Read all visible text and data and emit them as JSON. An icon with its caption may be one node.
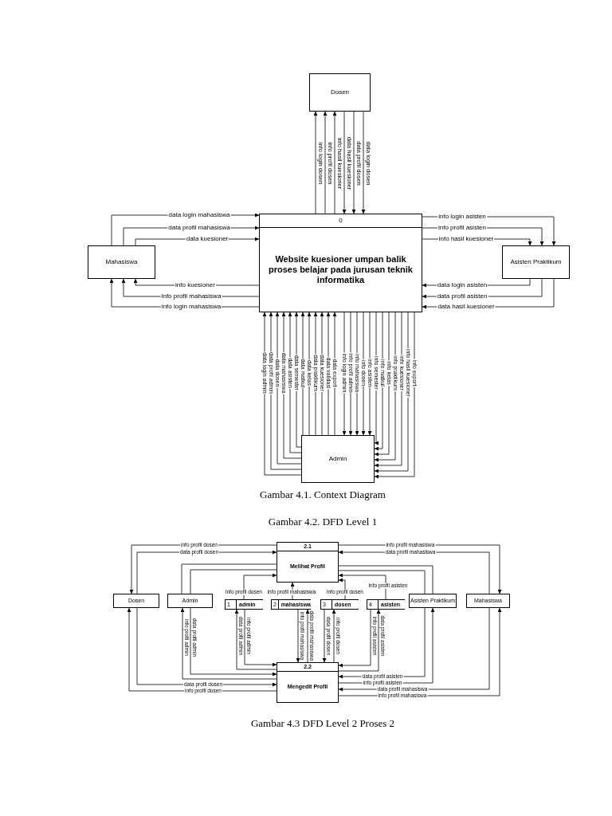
{
  "diagram": {
    "nodes": [
      {
        "text": [
          "Dosen"
        ]
      },
      {
        "text": [
          "0",
          "Website kuesioner umpan balik proses belajar pada jurusan teknik informatika"
        ]
      },
      {
        "text": [
          "Mahasiswa"
        ]
      },
      {
        "text": [
          "Asisten Praktikum"
        ]
      },
      {
        "text": [
          "Admin"
        ]
      },
      {
        "text": [
          "2.1",
          "Melihat Profil"
        ]
      },
      {
        "text": [
          "Dosen"
        ]
      },
      {
        "text": [
          "Admin"
        ]
      },
      {
        "text": [
          "1",
          "admin"
        ]
      },
      {
        "text": [
          "2",
          "mahasiswa"
        ]
      },
      {
        "text": [
          "3",
          "dosen"
        ]
      },
      {
        "text": [
          "4",
          "asisten"
        ]
      },
      {
        "text": [
          "Asisten Praktikum"
        ]
      },
      {
        "text": [
          "Mahasiswa"
        ]
      },
      {
        "text": [
          "2.2",
          "Mengedit Profil"
        ]
      }
    ],
    "edges": [
      {
        "from": 1,
        "to": 0,
        "arrow": "to",
        "label": "info login dosen"
      },
      {
        "from": 1,
        "to": 0,
        "arrow": "to",
        "label": "info profil dosen"
      },
      {
        "from": 1,
        "to": 0,
        "arrow": "to",
        "label": "info hasil kuesioner"
      },
      {
        "from": 0,
        "to": 1,
        "arrow": "to",
        "label": "data hasil kuesioner"
      },
      {
        "from": 0,
        "to": 1,
        "arrow": "to",
        "label": "data profil dosen"
      },
      {
        "from": 0,
        "to": 1,
        "arrow": "to",
        "label": "data login dosen"
      },
      {
        "from": 2,
        "to": 1,
        "arrow": "to",
        "label": "data login mahasiswa"
      },
      {
        "from": 2,
        "to": 1,
        "arrow": "to",
        "label": "data profil mahasiswa"
      },
      {
        "from": 2,
        "to": 1,
        "arrow": "to",
        "label": "data kuesioner"
      },
      {
        "from": 1,
        "to": 2,
        "arrow": "to",
        "label": "info kuesioner"
      },
      {
        "from": 1,
        "to": 2,
        "arrow": "to",
        "label": "info profil mahasiswa"
      },
      {
        "from": 1,
        "to": 2,
        "arrow": "to",
        "label": "info login mahasiswa"
      },
      {
        "from": 1,
        "to": 3,
        "arrow": "to",
        "label": "info login asisten"
      },
      {
        "from": 1,
        "to": 3,
        "arrow": "to",
        "label": "info profil asisten"
      },
      {
        "from": 1,
        "to": 3,
        "arrow": "to",
        "label": "info hasil kuesioner"
      },
      {
        "from": 3,
        "to": 1,
        "arrow": "to",
        "label": "data login asisten"
      },
      {
        "from": 3,
        "to": 1,
        "arrow": "to",
        "label": "data profil asisten"
      },
      {
        "from": 3,
        "to": 1,
        "arrow": "to",
        "label": "data hasil kuesioner"
      },
      {
        "from": 4,
        "to": 1,
        "arrow": "to",
        "label": "data login admin"
      },
      {
        "from": 4,
        "to": 1,
        "arrow": "to",
        "label": "data profil admin"
      },
      {
        "from": 4,
        "to": 1,
        "arrow": "to",
        "label": "data dosen"
      },
      {
        "from": 4,
        "to": 1,
        "arrow": "to",
        "label": "data mahasiswa"
      },
      {
        "from": 4,
        "to": 1,
        "arrow": "to",
        "label": "data asisten"
      },
      {
        "from": 4,
        "to": 1,
        "arrow": "to",
        "label": "data semester"
      },
      {
        "from": 4,
        "to": 1,
        "arrow": "to",
        "label": "data matkul"
      },
      {
        "from": 4,
        "to": 1,
        "arrow": "to",
        "label": "data kelas"
      },
      {
        "from": 4,
        "to": 1,
        "arrow": "to",
        "label": "data praktikum"
      },
      {
        "from": 4,
        "to": 1,
        "arrow": "to",
        "label": "data kuesioner"
      },
      {
        "from": 4,
        "to": 1,
        "arrow": "to",
        "label": "data validasi"
      },
      {
        "from": 4,
        "to": 1,
        "arrow": "to",
        "label": "data export"
      },
      {
        "from": 1,
        "to": 4,
        "arrow": "to",
        "label": "info login admin"
      },
      {
        "from": 1,
        "to": 4,
        "arrow": "to",
        "label": "info profil admin"
      },
      {
        "from": 1,
        "to": 4,
        "arrow": "to",
        "label": "info mahasiswa"
      },
      {
        "from": 1,
        "to": 4,
        "arrow": "to",
        "label": "info dosen"
      },
      {
        "from": 1,
        "to": 4,
        "arrow": "to",
        "label": "info asisten"
      },
      {
        "from": 1,
        "to": 4,
        "arrow": "to",
        "label": "info semester"
      },
      {
        "from": 1,
        "to": 4,
        "arrow": "to",
        "label": "info matkul"
      },
      {
        "from": 1,
        "to": 4,
        "arrow": "to",
        "label": "info kelas"
      },
      {
        "from": 1,
        "to": 4,
        "arrow": "to",
        "label": "info praktikum"
      },
      {
        "from": 1,
        "to": 4,
        "arrow": "to",
        "label": "info kuesioner"
      },
      {
        "from": 1,
        "to": 4,
        "arrow": "to",
        "label": "info hasil kuesioner"
      },
      {
        "from": 1,
        "to": 4,
        "arrow": "to",
        "label": "info export"
      },
      {
        "from": 5,
        "to": 6,
        "arrow": "to",
        "label": "info profil dosen"
      },
      {
        "from": 6,
        "to": 5,
        "arrow": "to",
        "label": "data profil dosen"
      },
      {
        "from": 5,
        "to": 13,
        "arrow": "to",
        "label": "info profil mahasiswa"
      },
      {
        "from": 13,
        "to": 5,
        "arrow": "to",
        "label": "data profil mahasiswa"
      },
      {
        "from": 7,
        "to": 5,
        "arrow": "none"
      },
      {
        "from": 7,
        "to": 5,
        "arrow": "none"
      },
      {
        "from": 8,
        "to": 5,
        "arrow": "to",
        "label": "info profil dosen"
      },
      {
        "from": 9,
        "to": 5,
        "arrow": "to",
        "label": "info profil mahasiswa"
      },
      {
        "from": 10,
        "to": 5,
        "arrow": "to",
        "label": "info profil dosen"
      },
      {
        "from": 11,
        "to": 5,
        "arrow": "to",
        "label": "info profil asisten"
      },
      {
        "from": 12,
        "to": 5,
        "arrow": "none"
      },
      {
        "from": 12,
        "to": 5,
        "arrow": "none"
      },
      {
        "from": 14,
        "to": 8,
        "arrow": "to",
        "label": "data profil admin"
      },
      {
        "from": 8,
        "to": 14,
        "arrow": "to",
        "label": "info profil admin"
      },
      {
        "from": 9,
        "to": 14,
        "arrow": "to",
        "label": "info profil mahasiswa"
      },
      {
        "from": 14,
        "to": 9,
        "arrow": "to",
        "label": "data profil mahasiswa"
      },
      {
        "from": 10,
        "to": 14,
        "arrow": "to",
        "label": "data profil dosen"
      },
      {
        "from": 14,
        "to": 10,
        "arrow": "to",
        "label": "info profil dosen"
      },
      {
        "from": 11,
        "to": 14,
        "arrow": "to",
        "label": "info profil asisten"
      },
      {
        "from": 14,
        "to": 11,
        "arrow": "to",
        "label": "data profil asisten"
      },
      {
        "from": 14,
        "to": 7,
        "arrow": "to",
        "label": "info profil admin"
      },
      {
        "from": 7,
        "to": 14,
        "arrow": "to",
        "label": "data profil admin"
      },
      {
        "from": 6,
        "to": 14,
        "arrow": "to",
        "label": "data profil dosen"
      },
      {
        "from": 14,
        "to": 6,
        "arrow": "to",
        "label": "info profil dosen"
      },
      {
        "from": 12,
        "to": 14,
        "arrow": "to",
        "label": "data profil asisten"
      },
      {
        "from": 14,
        "to": 12,
        "arrow": "to",
        "label": "info profil asisten"
      },
      {
        "from": 13,
        "to": 14,
        "arrow": "to",
        "label": "data profil mahasiswa"
      },
      {
        "from": 14,
        "to": 13,
        "arrow": "to",
        "label": "info profil mahasiswa"
      }
    ],
    "labels": [
      "Gambar 4.1. Context Diagram",
      "Gambar 4.2. DFD Level 1",
      "Gambar 4.3 DFD Level 2 Proses 2"
    ]
  }
}
